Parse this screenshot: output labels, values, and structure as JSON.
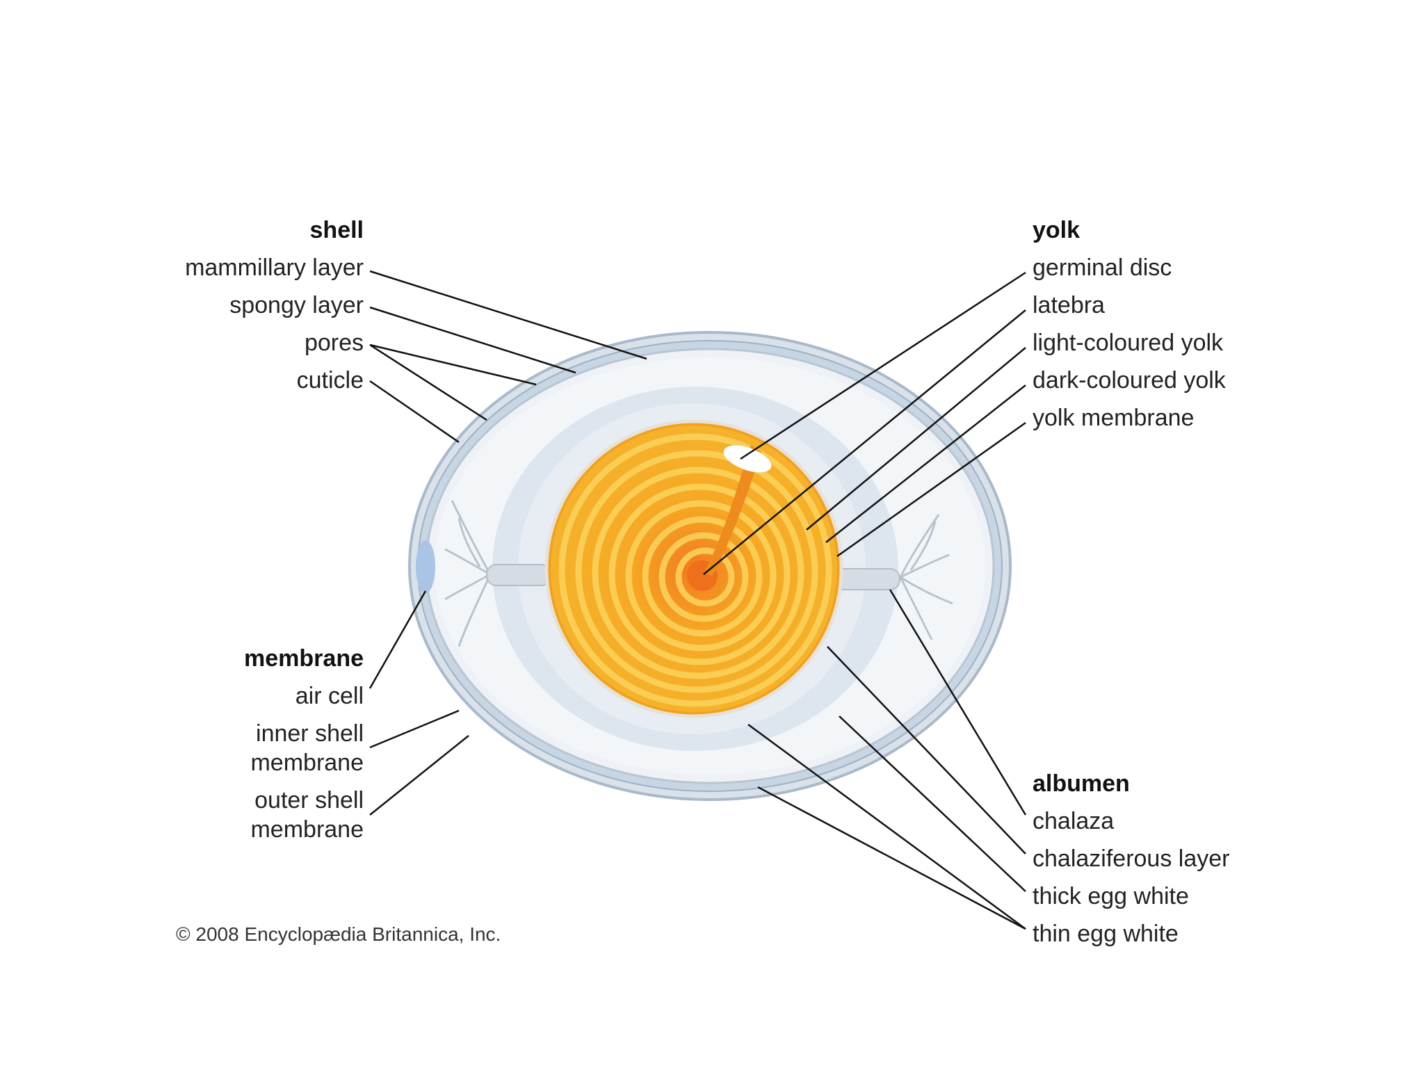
{
  "colors": {
    "yolk_light": "#f9c42a",
    "yolk_dark": "#f3a21b",
    "yolk_center": "#ee7a1f",
    "albumen_thin": "#f1f4f8",
    "albumen_thick": "#dfe7f0",
    "shell": "#c6d3e0",
    "label_line": "#111111"
  },
  "shell": {
    "heading": "shell",
    "labels": [
      "mammillary layer",
      "spongy layer",
      "pores",
      "cuticle"
    ]
  },
  "membrane": {
    "heading": "membrane",
    "labels": [
      "air cell",
      "inner shell membrane",
      "outer shell membrane"
    ]
  },
  "yolk": {
    "heading": "yolk",
    "labels": [
      "germinal disc",
      "latebra",
      "light-coloured yolk",
      "dark-coloured yolk",
      "yolk membrane"
    ]
  },
  "albumen": {
    "heading": "albumen",
    "labels": [
      "chalaza",
      "chalaziferous layer",
      "thick egg white",
      "thin egg white"
    ]
  },
  "copyright": "© 2008 Encyclopædia Britannica, Inc."
}
